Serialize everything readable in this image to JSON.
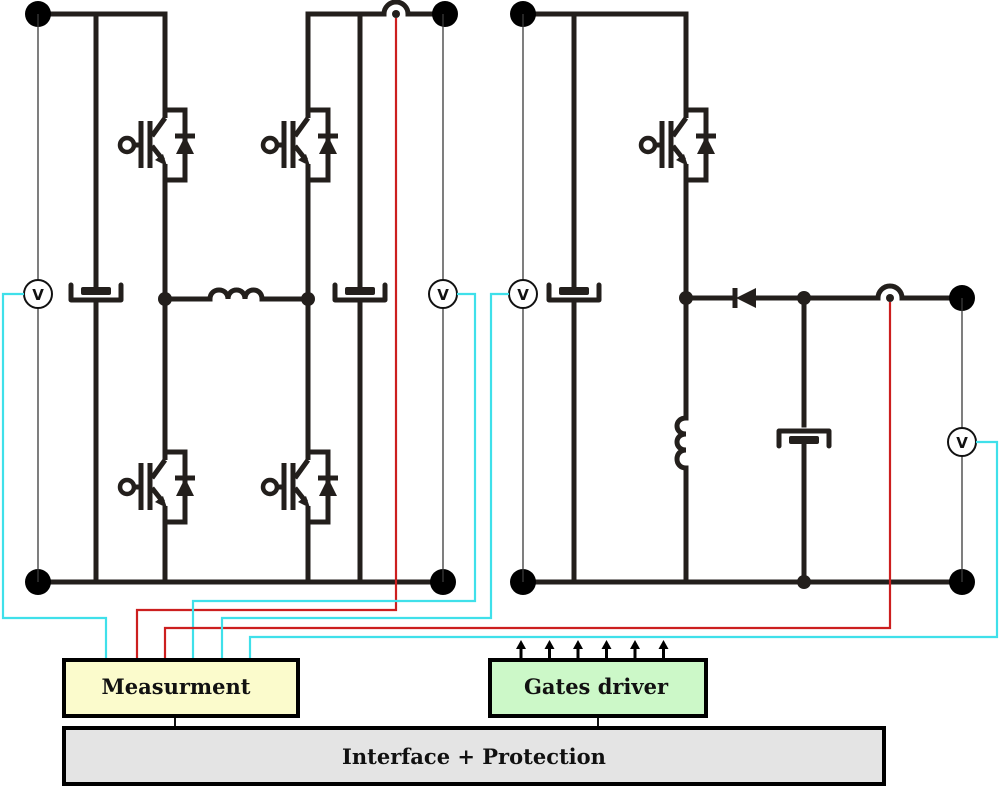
{
  "diagram": {
    "title": "",
    "blocks": {
      "measurement": {
        "label": "Measurment",
        "fill": "#fbfbcc"
      },
      "gates_driver": {
        "label": "Gates driver",
        "fill": "#ccf8c8",
        "gate_signal_count": 6
      },
      "interface": {
        "label": "Interface + Protection",
        "fill": "#e4e4e4"
      }
    },
    "voltmeter_symbol": "V",
    "circuits": [
      {
        "name": "full-bridge-converter",
        "components": [
          "dc-link-capacitor-left",
          "igbt-top-left",
          "igbt-bottom-left",
          "igbt-top-right",
          "igbt-bottom-right",
          "inductor-horizontal",
          "dc-link-capacitor-right"
        ],
        "voltmeters": 2,
        "current_sensors": 1
      },
      {
        "name": "boost-converter",
        "components": [
          "input-capacitor",
          "igbt-switch",
          "inductor-vertical",
          "diode",
          "output-capacitor"
        ],
        "voltmeters": 2,
        "current_sensors": 1
      }
    ],
    "colors": {
      "wire": "#231f1c",
      "voltage_sense": "#3fe0ea",
      "current_sense": "#cc1f1f"
    }
  }
}
